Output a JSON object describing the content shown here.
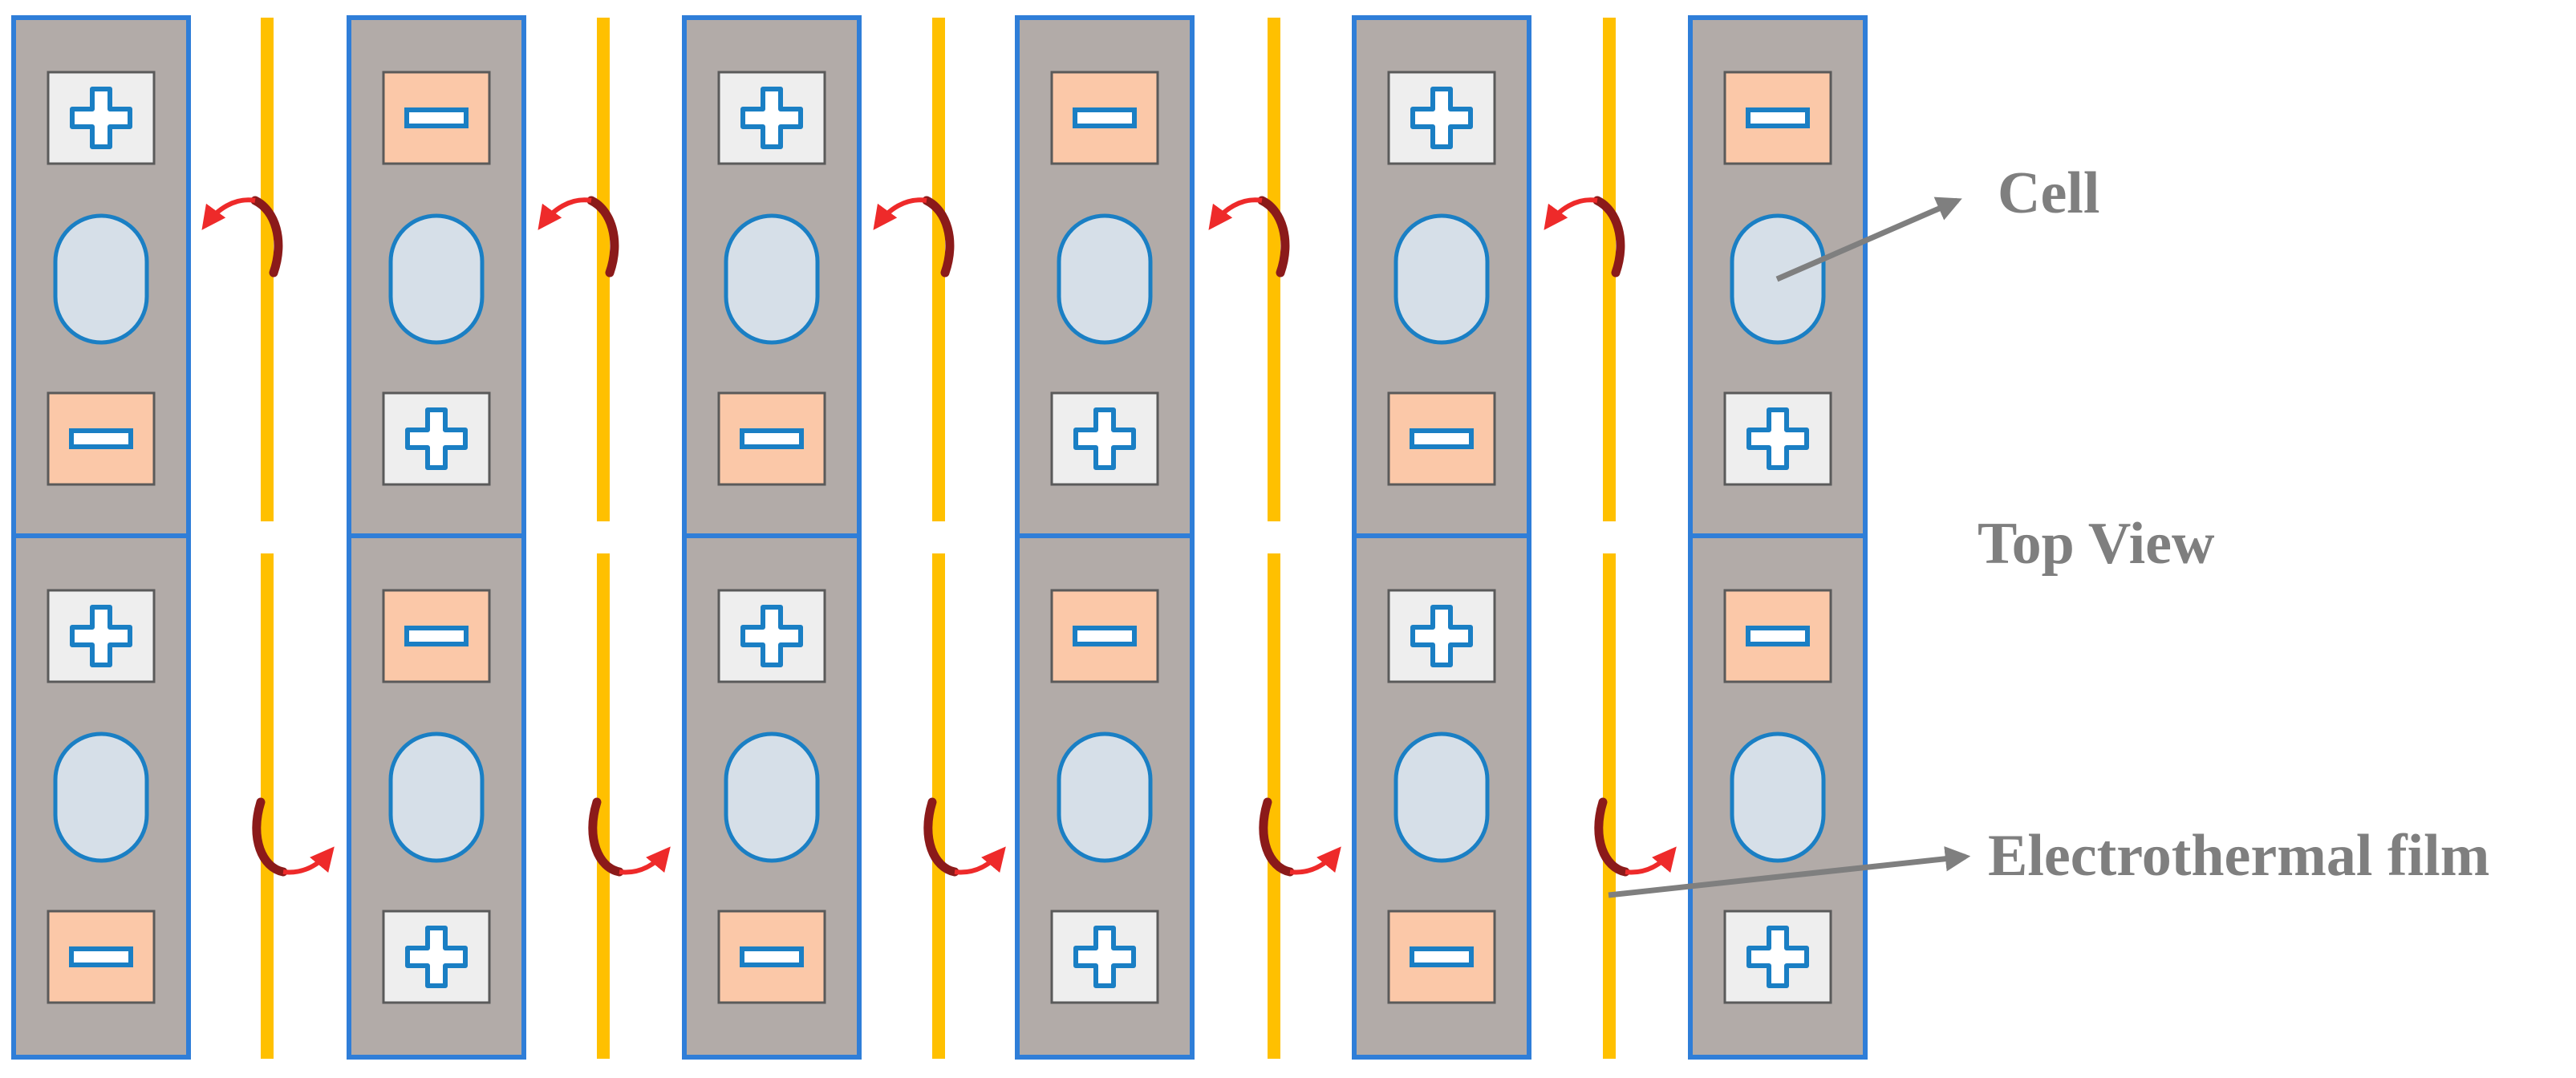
{
  "labels": {
    "cell": "Cell",
    "top_view": "Top View",
    "film": "Electrothermal film"
  },
  "colors": {
    "background": "#ffffff",
    "cell_fill": "#b2aba8",
    "cell_border": "#2f7ed8",
    "pos_terminal_fill": "#eeeeee",
    "neg_terminal_fill": "#fbc8a8",
    "symbol": "#1a7fc4",
    "vent_fill": "#d6dfe8",
    "film": "#ffc000",
    "arrow_dark": "#8b1a1a",
    "arrow_light": "#ee2a2a",
    "leader_line": "#7f7f7f"
  },
  "icons": {
    "positive_terminal": "plus-terminal-icon",
    "negative_terminal": "minus-terminal-icon",
    "heat_flow": "curved-heat-arrow-icon",
    "safety_vent": "oval-vent-icon"
  },
  "structure": {
    "columns": 6,
    "rows": 2,
    "films": 5,
    "column_top_terminals": [
      "positive",
      "negative",
      "positive",
      "negative",
      "positive",
      "negative"
    ]
  }
}
